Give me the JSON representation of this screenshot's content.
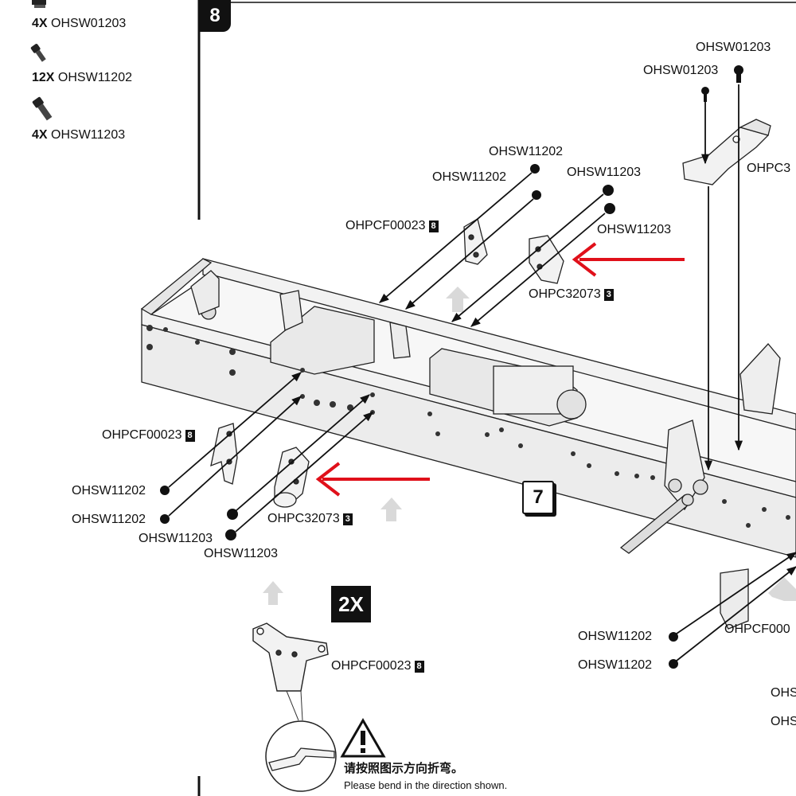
{
  "parts_list": [
    {
      "qty": "4X",
      "part": "OHSW01203"
    },
    {
      "qty": "12X",
      "part": "OHSW11202"
    },
    {
      "qty": "4X",
      "part": "OHSW11203"
    }
  ],
  "step_number": "8",
  "substep_number": "7",
  "multiplier": "2X",
  "labels": {
    "ohsw01203_a": "OHSW01203",
    "ohsw01203_b": "OHSW01203",
    "ohpc3_cut": "OHPC3",
    "ohsw11202_top1": "OHSW11202",
    "ohsw11202_top2": "OHSW11202",
    "ohsw11203_top1": "OHSW11203",
    "ohsw11203_top2": "OHSW11203",
    "ohpcf_top": "OHPCF00023",
    "ohpcf_top_tag": "8",
    "ohpc_top": "OHPC32073",
    "ohpc_top_tag": "3",
    "ohpcf_left": "OHPCF00023",
    "ohpcf_left_tag": "8",
    "ohsw11202_left1": "OHSW11202",
    "ohsw11202_left2": "OHSW11202",
    "ohpc_left": "OHPC32073",
    "ohpc_left_tag": "3",
    "ohsw11203_left1": "OHSW11203",
    "ohsw11203_left2": "OHSW11203",
    "ohpcf_bottom": "OHPCF00023",
    "ohpcf_bottom_tag": "8",
    "ohsw11202_right1": "OHSW11202",
    "ohsw11202_right2": "OHSW11202",
    "ohpcf_right_cut": "OHPCF000",
    "ohs_cut1": "OHS",
    "ohs_cut2": "OHS"
  },
  "warning": {
    "text_cn": "请按照图示方向折弯。",
    "text_en": "Please bend in the direction shown."
  },
  "colors": {
    "arrow": "#e0101a",
    "line": "#111111",
    "part": "#f2f2f2"
  }
}
